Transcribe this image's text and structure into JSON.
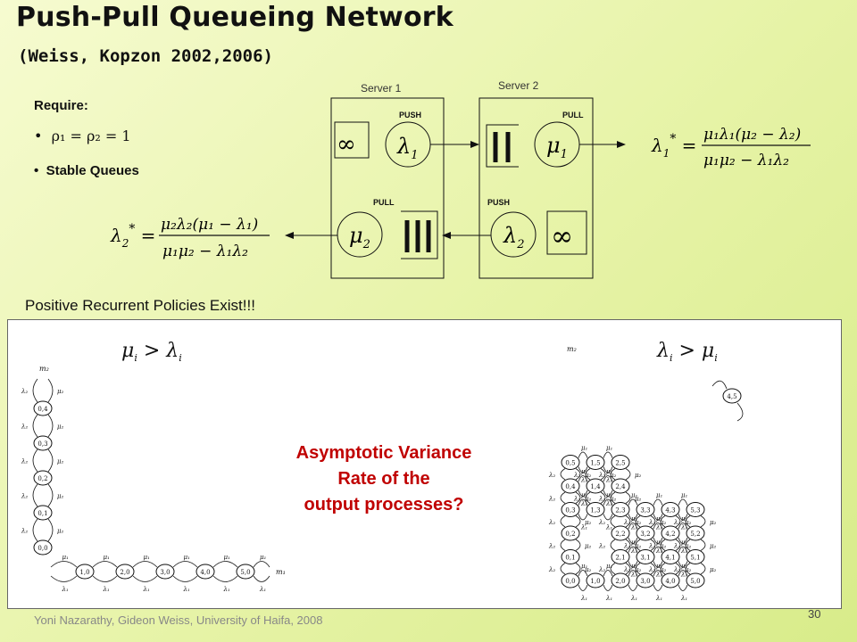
{
  "slide": {
    "title": "Push-Pull Queueing Network",
    "subtitle": "(Weiss, Kopzon 2002,2006)",
    "require_label": "Require:",
    "bullets": [
      "ρ₁ = ρ₂ = 1",
      "Stable Queues"
    ],
    "positive_text": "Positive Recurrent Policies Exist!!!",
    "question_lines": [
      "Asymptotic Variance",
      "Rate of the",
      "output processes?"
    ],
    "footer": "Yoni Nazarathy, Gideon Weiss, University of Haifa, 2008",
    "page_number": "30"
  },
  "diagram": {
    "server1_label": "Server 1",
    "server2_label": "Server 2",
    "push_tag": "PUSH",
    "pull_tag": "PULL",
    "lambda1_formula": "λ₁* = μ₁λ₁(μ₂ − λ₂) / (μ₁μ₂ − λ₁λ₂)",
    "lambda2_formula": "λ₂* = μ₂λ₂(μ₁ − λ₁) / (μ₁μ₂ − λ₁λ₂)"
  },
  "panel": {
    "left_condition": "μᵢ > λᵢ",
    "right_condition": "λᵢ > μᵢ",
    "left_states_vertical": [
      "0,4",
      "0,3",
      "0,2",
      "0,1",
      "0,0"
    ],
    "left_states_horizontal": [
      "1,0",
      "2,0",
      "3,0",
      "4,0",
      "5,0"
    ],
    "right_isolated_state": "4,5",
    "right_states": [
      "0,5",
      "1,5",
      "2,5",
      "0,4",
      "1,4",
      "2,4",
      "0,3",
      "1,3",
      "2,3",
      "3,3",
      "4,3",
      "5,3",
      "0,2",
      "2,2",
      "3,2",
      "4,2",
      "5,2",
      "0,1",
      "2,1",
      "3,1",
      "4,1",
      "5,1",
      "0,0",
      "1,0",
      "2,0",
      "3,0",
      "4,0",
      "5,0"
    ]
  }
}
